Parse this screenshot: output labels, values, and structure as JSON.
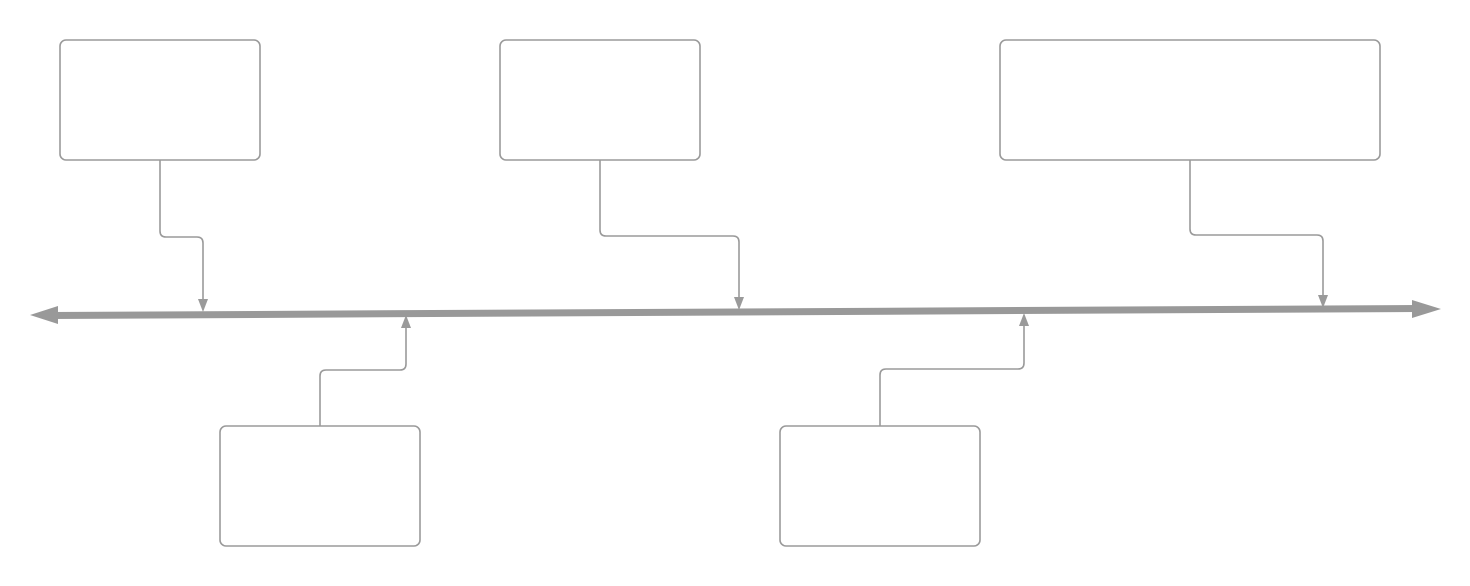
{
  "diagram": {
    "type": "timeline",
    "colors": {
      "line": "#999999",
      "box_stroke": "#9a9a9a",
      "connector": "#9a9a9a",
      "background": "#ffffff"
    },
    "axis": {
      "arrow_left": true,
      "arrow_right": true
    },
    "boxes": [
      {
        "id": "box-top-1",
        "label": ""
      },
      {
        "id": "box-top-2",
        "label": ""
      },
      {
        "id": "box-top-3",
        "label": ""
      },
      {
        "id": "box-bottom-1",
        "label": ""
      },
      {
        "id": "box-bottom-2",
        "label": ""
      }
    ]
  }
}
